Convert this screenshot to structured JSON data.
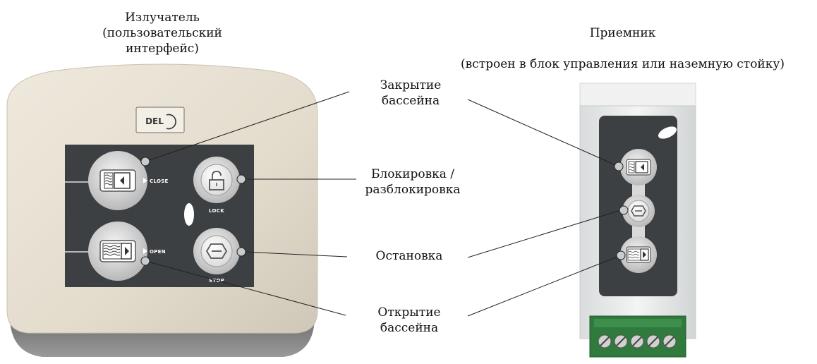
{
  "captions": {
    "transmitter": "Излучатель\n(пользовательский\nинтерфейс)",
    "receiver_title": "Приемник",
    "receiver_sub": "(встроен в блок управления или наземную стойку)"
  },
  "callouts": {
    "close": "Закрытие\nбассейна",
    "lock": "Блокировка /\nразблокировка",
    "stop": "Остановка",
    "open": "Открытие\nбассейна"
  },
  "device_text": {
    "logo": "DEL",
    "close": "CLOSE",
    "lock": "LOCK",
    "open": "OPEN",
    "stop": "STOP"
  },
  "icons": [
    "close-pool-icon",
    "lock-icon",
    "stop-icon",
    "open-pool-icon"
  ],
  "colors": {
    "panel": "#3c4043",
    "housing": "#e6e0d3",
    "receiver_body": "#eceeee",
    "terminal": "#2f7a3c"
  }
}
